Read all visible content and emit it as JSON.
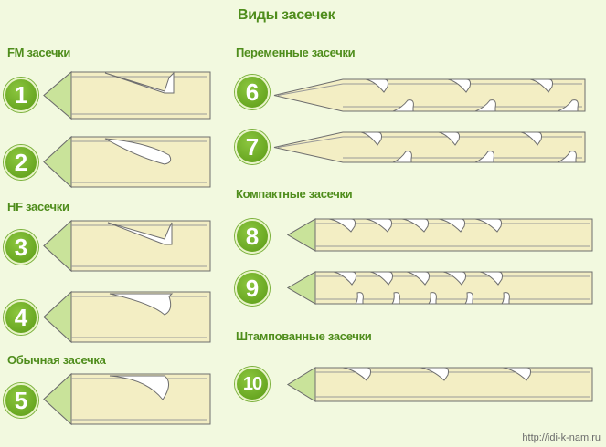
{
  "title": "Виды засечек",
  "sections": {
    "fm": "FM засечки",
    "hf": "HF засечки",
    "regular": "Обычная засечка",
    "variable": "Переменные засечки",
    "compact": "Компактные засечки",
    "stamped": "Штампованные засечки"
  },
  "badges": [
    "1",
    "2",
    "3",
    "4",
    "5",
    "6",
    "7",
    "8",
    "9",
    "10"
  ],
  "watermark": "http://idi-k-nam.ru",
  "colors": {
    "accent": "#4f8d1c",
    "rod": "#f3eec4",
    "tip": "#c9e39a",
    "background": "#f2f9df"
  }
}
